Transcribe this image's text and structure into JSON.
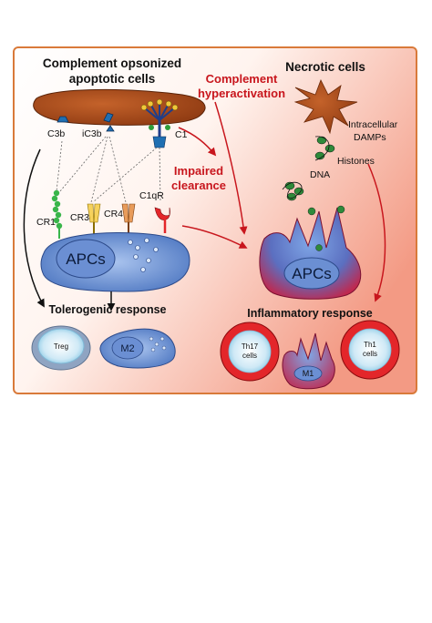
{
  "panel": {
    "left_title_line1": "Complement opsonized",
    "left_title_line2": "apoptotic cells",
    "center_title_line1": "Complement",
    "center_title_line2": "hyperactivation",
    "right_title": "Necrotic cells",
    "impaired_line1": "Impaired",
    "impaired_line2": "clearance"
  },
  "labels": {
    "c3b": "C3b",
    "ic3b": "iC3b",
    "c1": "C1",
    "cr1": "CR1",
    "cr3": "CR3",
    "cr4": "CR4",
    "c1qr": "C1qR",
    "apcs_left": "APCs",
    "apcs_right": "APCs",
    "intracellular_line1": "Intracellular",
    "intracellular_line2": "DAMPs",
    "histones": "Histones",
    "dna": "DNA",
    "tolerogenic": "Tolerogenic response",
    "inflammatory": "Inflammatory response",
    "treg": "Treg",
    "m2": "M2",
    "th17_line1": "Th17",
    "th17_line2": "cells",
    "th1_line1": "Th1",
    "th1_line2": "cells",
    "m1": "M1"
  },
  "colors": {
    "border": "#d97a3a",
    "bg_left": "#ffffff",
    "bg_right": "#f4a38c",
    "red": "#c8161d",
    "apc_blue": "#5b82c9",
    "apoptotic_brown": "#a5481a",
    "ring_red": "#e3262a",
    "core_cyan": "#bde4f2"
  }
}
